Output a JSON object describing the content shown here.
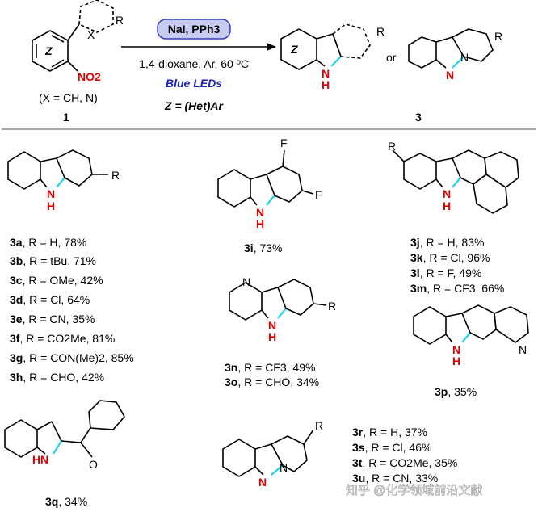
{
  "scheme": {
    "reagent_box": "NaI, PPh3",
    "conditions": "1,4-dioxane, Ar, 60 ºC",
    "light": "Blue LEDs",
    "z_def": "Z = (Het)Ar",
    "x_def": "(X = CH, N)",
    "sm_label": "1",
    "product_label": "3",
    "or_text": "or",
    "atoms": {
      "Z": "Z",
      "R": "R",
      "X": "X",
      "NO2": "NO2",
      "N": "N",
      "H": "H"
    }
  },
  "compounds": {
    "a_list": [
      {
        "id": "3a",
        "text": ", R = H, 78%"
      },
      {
        "id": "3b",
        "text": ", R = tBu, 71%"
      },
      {
        "id": "3c",
        "text": ", R = OMe, 42%"
      },
      {
        "id": "3d",
        "text": ", R = Cl, 64%"
      },
      {
        "id": "3e",
        "text": ", R = CN, 35%"
      },
      {
        "id": "3f",
        "text": ", R = CO2Me, 81%"
      },
      {
        "id": "3g",
        "text": ", R = CON(Me)2, 85%"
      },
      {
        "id": "3h",
        "text": ", R = CHO, 42%"
      }
    ],
    "i": {
      "id": "3i",
      "text": ", 73%",
      "F1": "F",
      "F2": "F"
    },
    "jm_list": [
      {
        "id": "3j",
        "text": ", R = H, 83%"
      },
      {
        "id": "3k",
        "text": ", R = Cl, 96%"
      },
      {
        "id": "3l",
        "text": ", R = F, 49%"
      },
      {
        "id": "3m",
        "text": ", R = CF3, 66%"
      }
    ],
    "no_list": [
      {
        "id": "3n",
        "text": ", R = CF3, 49%"
      },
      {
        "id": "3o",
        "text": ", R = CHO, 34%"
      }
    ],
    "p": {
      "id": "3p",
      "text": ", 35%"
    },
    "q": {
      "id": "3q",
      "text": ", 34%",
      "O": "O"
    },
    "ru_list": [
      {
        "id": "3r",
        "text": ", R = H, 37%"
      },
      {
        "id": "3s",
        "text": ", R = Cl, 46%"
      },
      {
        "id": "3t",
        "text": ", R = CO2Me, 35%"
      },
      {
        "id": "3u",
        "text": ", R = CN, 33%"
      }
    ]
  },
  "watermark": "知乎 @化学领域前沿文献",
  "colors": {
    "nitrogen": "#e00000",
    "new_bond": "#22d3ee",
    "light_text": "#1a22b8",
    "box_fill": "#c9ccf2",
    "box_stroke": "#3340c8"
  }
}
